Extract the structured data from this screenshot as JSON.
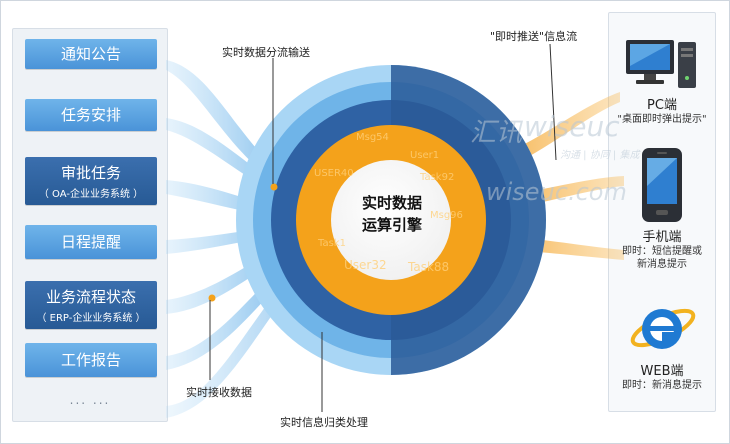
{
  "left_items": [
    {
      "title": "通知公告",
      "sub": ""
    },
    {
      "title": "任务安排",
      "sub": ""
    },
    {
      "title": "审批任务",
      "sub": "（ OA-企业业务系统 ）"
    },
    {
      "title": "日程提醒",
      "sub": ""
    },
    {
      "title": "业务流程状态",
      "sub": "（ ERP-企业业务系统 ）"
    },
    {
      "title": "工作报告",
      "sub": ""
    }
  ],
  "more": "... ...",
  "labels": {
    "distribute": "实时数据分流输送",
    "push": "\"即时推送\"信息流",
    "receive": "实时接收数据",
    "classify": "实时信息归类处理"
  },
  "engine": {
    "line1": "实时数据",
    "line2": "运算引擎"
  },
  "engine_words": [
    "Msg54",
    "User1",
    "Task92",
    "USER40",
    "Msg96",
    "Task1",
    "User32",
    "Task88"
  ],
  "clients": [
    {
      "title": "PC端",
      "sub1": "\"桌面即时弹出提示\"",
      "sub2": ""
    },
    {
      "title": "手机端",
      "sub1": "即时：短信提醒或",
      "sub2": "新消息提示"
    },
    {
      "title": "WEB端",
      "sub1": "即时：新消息提示",
      "sub2": ""
    }
  ],
  "watermark": {
    "brand": "汇讯",
    "latin": "wiseuc",
    "tagline": "沟通 | 协同 | 集成",
    "url": "wiseuc.com"
  },
  "colors": {
    "orange": "#f4a21b",
    "dark_blue": "#2f62a4",
    "light_blue": "#7fc0ee"
  }
}
